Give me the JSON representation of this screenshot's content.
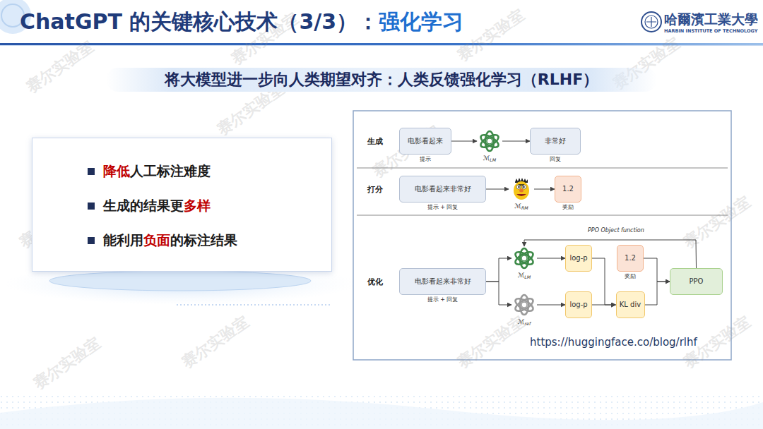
{
  "diagram": {
    "title": "ChatGPT 的关键核心技术（3/3）：强化学习",
    "nodes": [
      {
        "text": [
          "将大模型进一步向人类期望对齐：人类反馈强化学习（RLHF）"
        ]
      },
      {
        "text": [
          "降低人工标注难度",
          "生成的结果更多样",
          "能利用负面的标注结果"
        ]
      },
      {
        "text": [
          "电影看起来",
          "提示"
        ]
      },
      {
        "text": [
          "ℳLM"
        ]
      },
      {
        "text": [
          "非常好",
          "回复"
        ]
      },
      {
        "text": [
          "电影看起来非常好",
          "提示 + 回复"
        ]
      },
      {
        "text": [
          "ℳRM"
        ]
      },
      {
        "text": [
          "1.2",
          "奖励"
        ]
      },
      {
        "text": [
          "电影看起来非常好",
          "提示 + 回复"
        ]
      },
      {
        "text": [
          "ℳLM"
        ]
      },
      {
        "text": [
          "ℳref"
        ]
      },
      {
        "text": [
          "log-p"
        ]
      },
      {
        "text": [
          "log-p"
        ]
      },
      {
        "text": [
          "1.2",
          "奖励"
        ]
      },
      {
        "text": [
          "KL div"
        ]
      },
      {
        "text": [
          "PPO"
        ]
      }
    ],
    "edges": [
      {
        "from": 2,
        "to": 3,
        "arrow": "to"
      },
      {
        "from": 3,
        "to": 4,
        "arrow": "to"
      },
      {
        "from": 5,
        "to": 6,
        "arrow": "to"
      },
      {
        "from": 6,
        "to": 7,
        "arrow": "to"
      },
      {
        "from": 8,
        "to": 9,
        "arrow": "to"
      },
      {
        "from": 8,
        "to": 10,
        "arrow": "to"
      },
      {
        "from": 9,
        "to": 11,
        "arrow": "to"
      },
      {
        "from": 10,
        "to": 12,
        "arrow": "to"
      },
      {
        "from": 11,
        "to": 14,
        "arrow": "to"
      },
      {
        "from": 12,
        "to": 14,
        "arrow": "to"
      },
      {
        "from": 13,
        "to": 15,
        "arrow": "to"
      },
      {
        "from": 14,
        "to": 15,
        "arrow": "to"
      },
      {
        "from": 15,
        "to": 9,
        "label": "PPO Object function",
        "arrow": "to"
      }
    ],
    "labels": [
      "哈爾濱工業大學",
      "HARBIN INSTITUTE OF TECHNOLOGY",
      "生成",
      "打分",
      "优化",
      "https://huggingface.co/blog/rlhf",
      "赛尔实验室",
      "赛尔实验室",
      "赛尔实验室",
      "赛尔实验室",
      "赛尔实验室",
      "赛尔实验室",
      "赛尔实验室",
      "赛尔实验室",
      "赛尔实验室",
      "赛尔实验室",
      "赛尔实验室",
      "赛尔实验室"
    ]
  }
}
